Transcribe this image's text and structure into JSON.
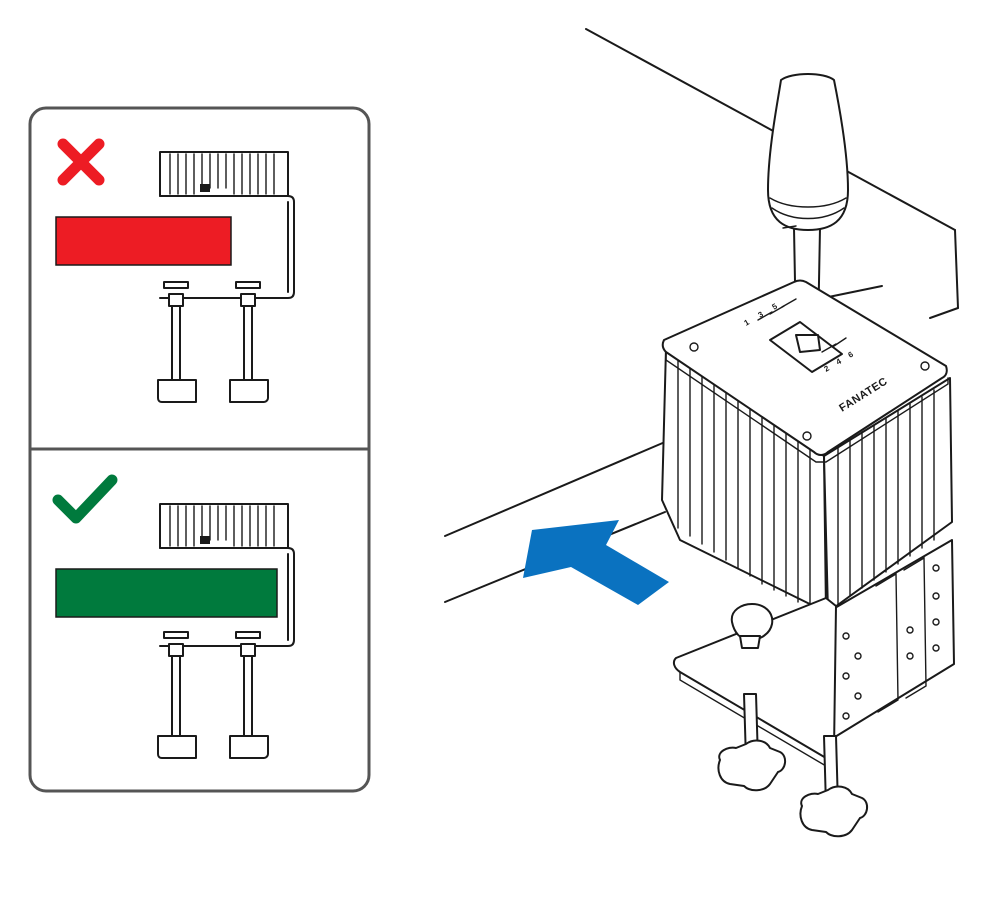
{
  "product": {
    "brand_text": "FANATEC",
    "gear_numbers": [
      "1",
      "3",
      "5",
      "2",
      "4",
      "6"
    ]
  },
  "panels": [
    {
      "state": "incorrect",
      "marker_icon": "cross-icon",
      "marker_color": "#ed1c24",
      "bar_color": "#ed1c24"
    },
    {
      "state": "correct",
      "marker_icon": "check-icon",
      "marker_color": "#007a3d",
      "bar_color": "#007a3d"
    }
  ],
  "arrow": {
    "icon": "arrow-right-icon",
    "color": "#0a72c0"
  },
  "colors": {
    "line": "#1a1a1a",
    "panel_border": "#555555"
  }
}
